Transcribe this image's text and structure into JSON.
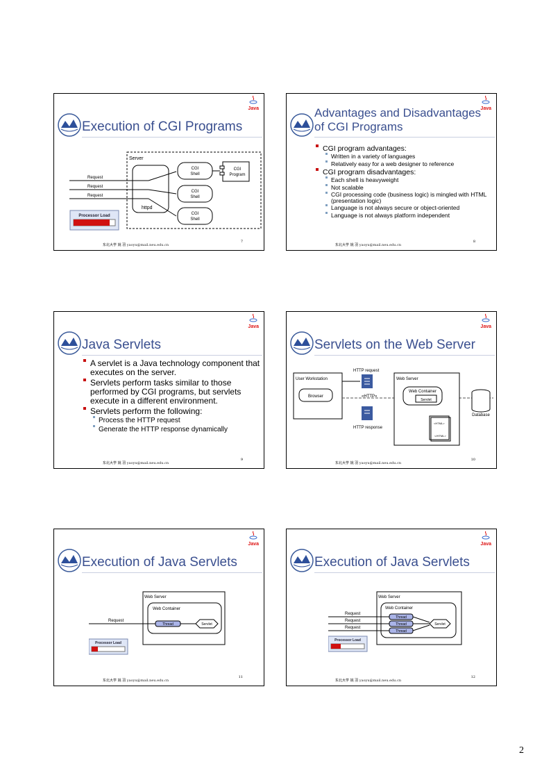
{
  "slides": [
    {
      "title": "Execution of CGI Programs",
      "page": "7",
      "diagram": {
        "server": "Server",
        "requests": [
          "Request",
          "Request",
          "Request"
        ],
        "cgi_shell": "CGI",
        "cgi_shell2": "Shell",
        "cgi_program": "CGI",
        "cgi_program2": "Program",
        "httpd": "httpd",
        "processor_load": "Processor Load"
      }
    },
    {
      "title_line1": "Advantages and Disadvantages",
      "title_line2": "of CGI Programs",
      "page": "8",
      "bullets": [
        {
          "level": 1,
          "text": "CGI program advantages:"
        },
        {
          "level": 2,
          "text": "Written in a variety of languages"
        },
        {
          "level": 2,
          "text": "Relatively easy for a web designer to reference"
        },
        {
          "level": 1,
          "text": "CGI program disadvantages:"
        },
        {
          "level": 2,
          "text": "Each shell is heavyweight"
        },
        {
          "level": 2,
          "text": "Not scalable"
        },
        {
          "level": 2,
          "text": "CGI processing code (business logic) is mingled with HTML (presentation logic)"
        },
        {
          "level": 2,
          "text": "Language is not always secure or object-oriented"
        },
        {
          "level": 2,
          "text": "Language is not always platform independent"
        }
      ]
    },
    {
      "title": "Java Servlets",
      "page": "9",
      "bullets": [
        {
          "level": 1,
          "text": "A servlet is a Java technology component that executes on the server."
        },
        {
          "level": 1,
          "text": "Servlets perform tasks similar to those performed by CGI programs, but servlets execute in a different environment."
        },
        {
          "level": 1,
          "text": "Servlets perform the following:"
        },
        {
          "level": 2,
          "text": "Process the HTTP request"
        },
        {
          "level": 2,
          "text": "Generate the HTTP response dynamically"
        }
      ]
    },
    {
      "title": "Servlets on the Web Server",
      "page": "10",
      "diagram": {
        "http_request": "HTTP request",
        "user_workstation": "User Workstation",
        "browser": "Browser",
        "http": "«HTTP»",
        "http_response": "HTTP response",
        "web_server": "Web Server",
        "web_container": "Web Container",
        "servlet": "Servlet",
        "database": "Database",
        "html": "<HTML>",
        "html_end": "</HTML>"
      }
    },
    {
      "title": "Execution of Java Servlets",
      "page": "11",
      "diagram": {
        "web_server": "Web Server",
        "web_container": "Web Container",
        "request": "Request",
        "thread": "Thread",
        "servlet": "Servlet",
        "processor_load": "Processor Load"
      }
    },
    {
      "title": "Execution of Java Servlets",
      "page": "12",
      "diagram": {
        "web_server": "Web Server",
        "web_container": "Web Container",
        "requests": [
          "Request",
          "Request",
          "Request"
        ],
        "threads": [
          "Thread",
          "Thread",
          "Thread"
        ],
        "servlet": "Servlet",
        "processor_load": "Processor Load"
      }
    }
  ],
  "footer": "东北大学 姚 羽 yaoyu@mail.neu.edu.cn",
  "java_label": "Java",
  "page_number": "2"
}
